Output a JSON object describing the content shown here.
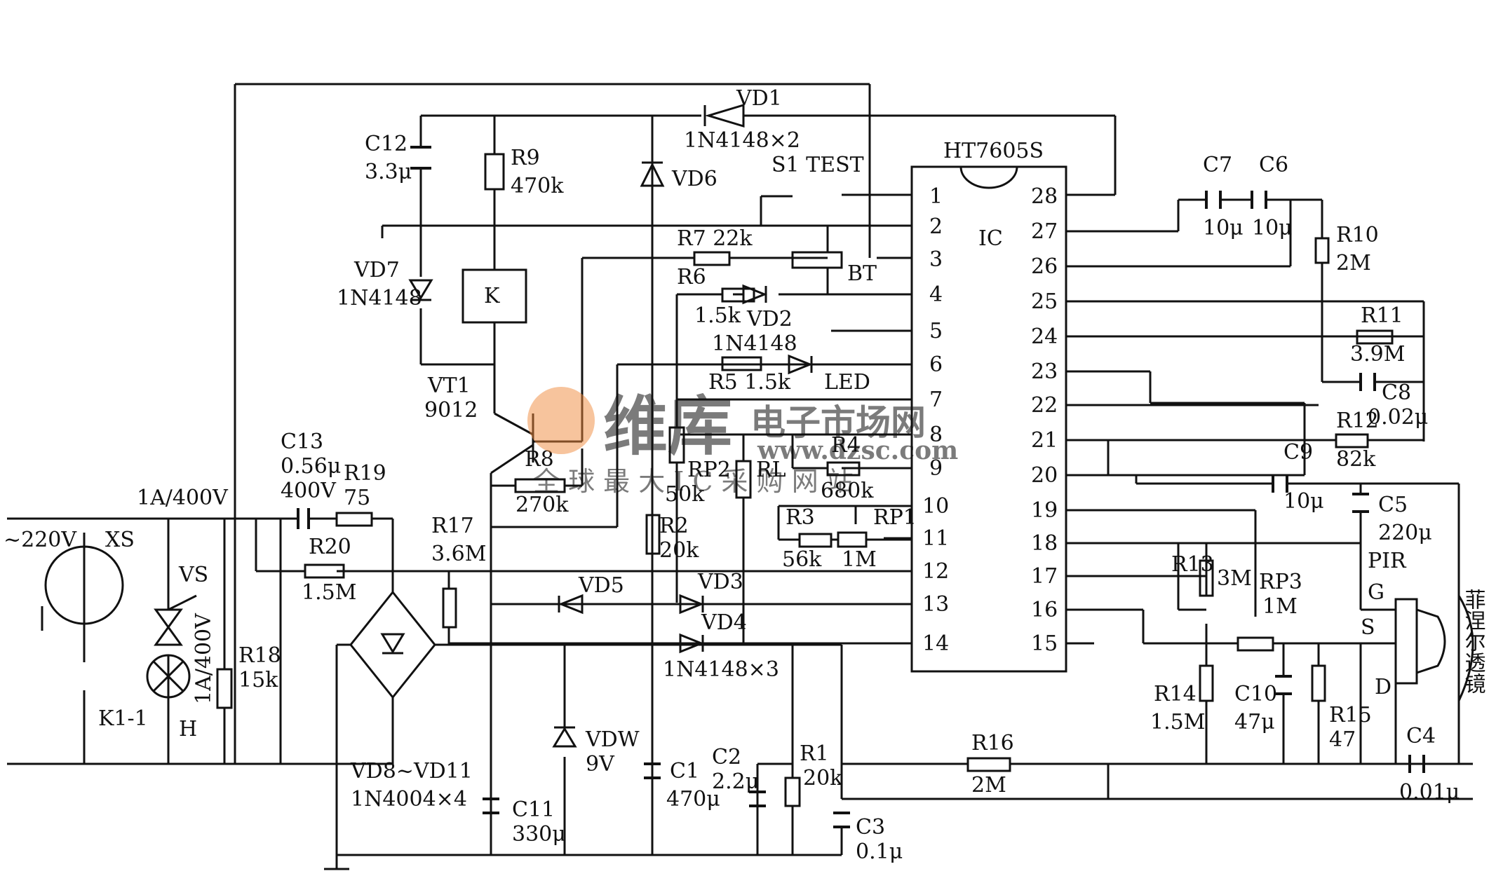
{
  "ic": {
    "name": "HT7605S",
    "label": "IC"
  },
  "pins": {
    "left": [
      "1",
      "2",
      "3",
      "4",
      "5",
      "6",
      "7",
      "8",
      "9",
      "10",
      "11",
      "12",
      "13",
      "14"
    ],
    "right": [
      "28",
      "27",
      "26",
      "25",
      "24",
      "23",
      "22",
      "21",
      "20",
      "19",
      "18",
      "17",
      "16",
      "15"
    ]
  },
  "components": {
    "c12": "C12",
    "c12v": "3.3μ",
    "r9": "R9",
    "r9v": "470k",
    "vd1": "VD1",
    "vd1v": "1N4148×2",
    "vd6": "VD6",
    "s1": "S1 TEST",
    "vd7": "VD7",
    "vd7v": "1N4148",
    "k": "K",
    "r7": "R7 22k",
    "r6": "R6",
    "r6v": "1.5k",
    "vd2": "VD2",
    "vd2v": "1N4148",
    "bt": "BT",
    "led": "LED",
    "r5": "R5 1.5k",
    "vt1": "VT1",
    "vt1v": "9012",
    "r8": "R8",
    "r8v": "270k",
    "rp2": "RP2",
    "rp2v": "50k",
    "rl": "RL",
    "r4": "R4",
    "r4v": "680k",
    "r3": "R3",
    "r3v": "56k",
    "rp1": "RP1",
    "rp1v": "1M",
    "c13": "C13",
    "c13v": "0.56μ",
    "c13v2": "400V",
    "r19": "R19",
    "r19v": "75",
    "r20": "R20",
    "r20v": "1.5M",
    "r17": "R17",
    "r17v": "3.6M",
    "r2": "R2",
    "r2v": "20k",
    "vd5": "VD5",
    "vd3": "VD3",
    "vd4": "VD4",
    "vd345v": "1N4148×3",
    "fuse1": "1A/400V",
    "fuse2": "1A/400V",
    "mains": "~220V",
    "xs": "XS",
    "vs": "VS",
    "h": "H",
    "k11": "K1-1",
    "r18": "R18",
    "r18v": "15k",
    "vd811": "VD8~VD11",
    "vd811v": "1N4004×4",
    "c11": "C11",
    "c11v": "330μ",
    "vdw": "VDW",
    "vdwv": "9V",
    "c1": "C1",
    "c1v": "470μ",
    "c2": "C2",
    "c2v": "2.2μ",
    "r1": "R1",
    "r1v": "20k",
    "c3": "C3",
    "c3v": "0.1μ",
    "c7": "C7",
    "c7v": "10μ",
    "c6": "C6",
    "c6v": "10μ",
    "r10": "R10",
    "r10v": "2M",
    "r11": "R11",
    "r11v": "3.9M",
    "c8": "C8",
    "c8v": "0.02μ",
    "r12": "R12",
    "r12v": "82k",
    "c9": "C9",
    "c9v": "10μ",
    "c5": "C5",
    "c5v": "220μ",
    "pir": "PIR",
    "g": "G",
    "s": "S",
    "d": "D",
    "r13": "R13",
    "r13v": "3M",
    "rp3": "RP3",
    "rp3v": "1M",
    "r14": "R14",
    "r14v": "1.5M",
    "c10": "C10",
    "c10v": "47μ",
    "r15": "R15",
    "r15v": "47",
    "r16": "R16",
    "r16v": "2M",
    "c4": "C4",
    "c4v": "0.01μ",
    "lens": "菲涅尔透镜"
  },
  "watermark": {
    "brand": "维库",
    "site": "电子市场网",
    "url": "www.dzsc.com",
    "slogan": "全 球 最 大 I C 采 购 网 站"
  },
  "colors": {
    "ink": "#111111",
    "watermark": "#f08a3c"
  }
}
